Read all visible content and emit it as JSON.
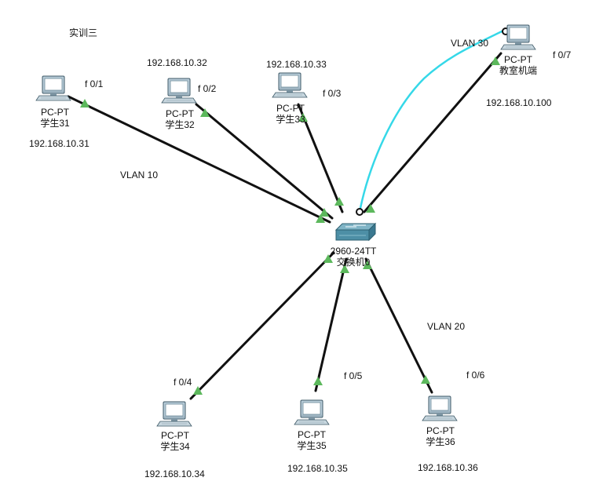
{
  "title": "实训三",
  "vlans": {
    "vlan10": "VLAN 10",
    "vlan20": "VLAN 20",
    "vlan30": "VLAN 30"
  },
  "switch": {
    "model": "2960-24TT",
    "name": "交换机0"
  },
  "pcs": {
    "pc31": {
      "type": "PC-PT",
      "name": "学生31",
      "ip": "192.168.10.31",
      "port": "f 0/1"
    },
    "pc32": {
      "type": "PC-PT",
      "name": "学生32",
      "ip": "192.168.10.32",
      "port": "f 0/2"
    },
    "pc33": {
      "type": "PC-PT",
      "name": "学生33",
      "ip": "192.168.10.33",
      "port": "f 0/3"
    },
    "pc34": {
      "type": "PC-PT",
      "name": "学生34",
      "ip": "192.168.10.34",
      "port": "f 0/4"
    },
    "pc35": {
      "type": "PC-PT",
      "name": "学生35",
      "ip": "192.168.10.35",
      "port": "f 0/5"
    },
    "pc36": {
      "type": "PC-PT",
      "name": "学生36",
      "ip": "192.168.10.36",
      "port": "f 0/6"
    },
    "teacher": {
      "type": "PC-PT",
      "name": "教室机端",
      "ip": "192.168.10.100",
      "port": "f 0/7"
    }
  },
  "colors": {
    "link": "#111111",
    "port_up": "#5cb85c",
    "console_cable": "#35d8e8"
  }
}
